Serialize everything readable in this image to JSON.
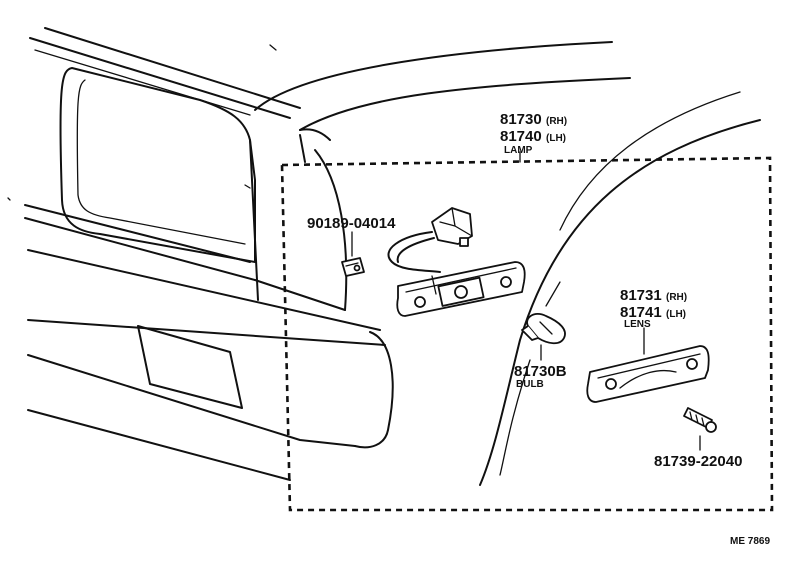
{
  "parts": {
    "lamp": {
      "number_rh": "81730",
      "suffix_rh": "(RH)",
      "number_lh": "81740",
      "suffix_lh": "(LH)",
      "label": "LAMP"
    },
    "clip": {
      "number": "90189-04014"
    },
    "bulb": {
      "number": "81730B",
      "label": "BULB"
    },
    "lens": {
      "number_rh": "81731",
      "suffix_rh": "(RH)",
      "number_lh": "81741",
      "suffix_lh": "(LH)",
      "label": "LENS"
    },
    "screw": {
      "number": "81739-22040"
    }
  },
  "reference": "ME 7869",
  "colors": {
    "ink": "#111111",
    "paper": "#ffffff"
  }
}
